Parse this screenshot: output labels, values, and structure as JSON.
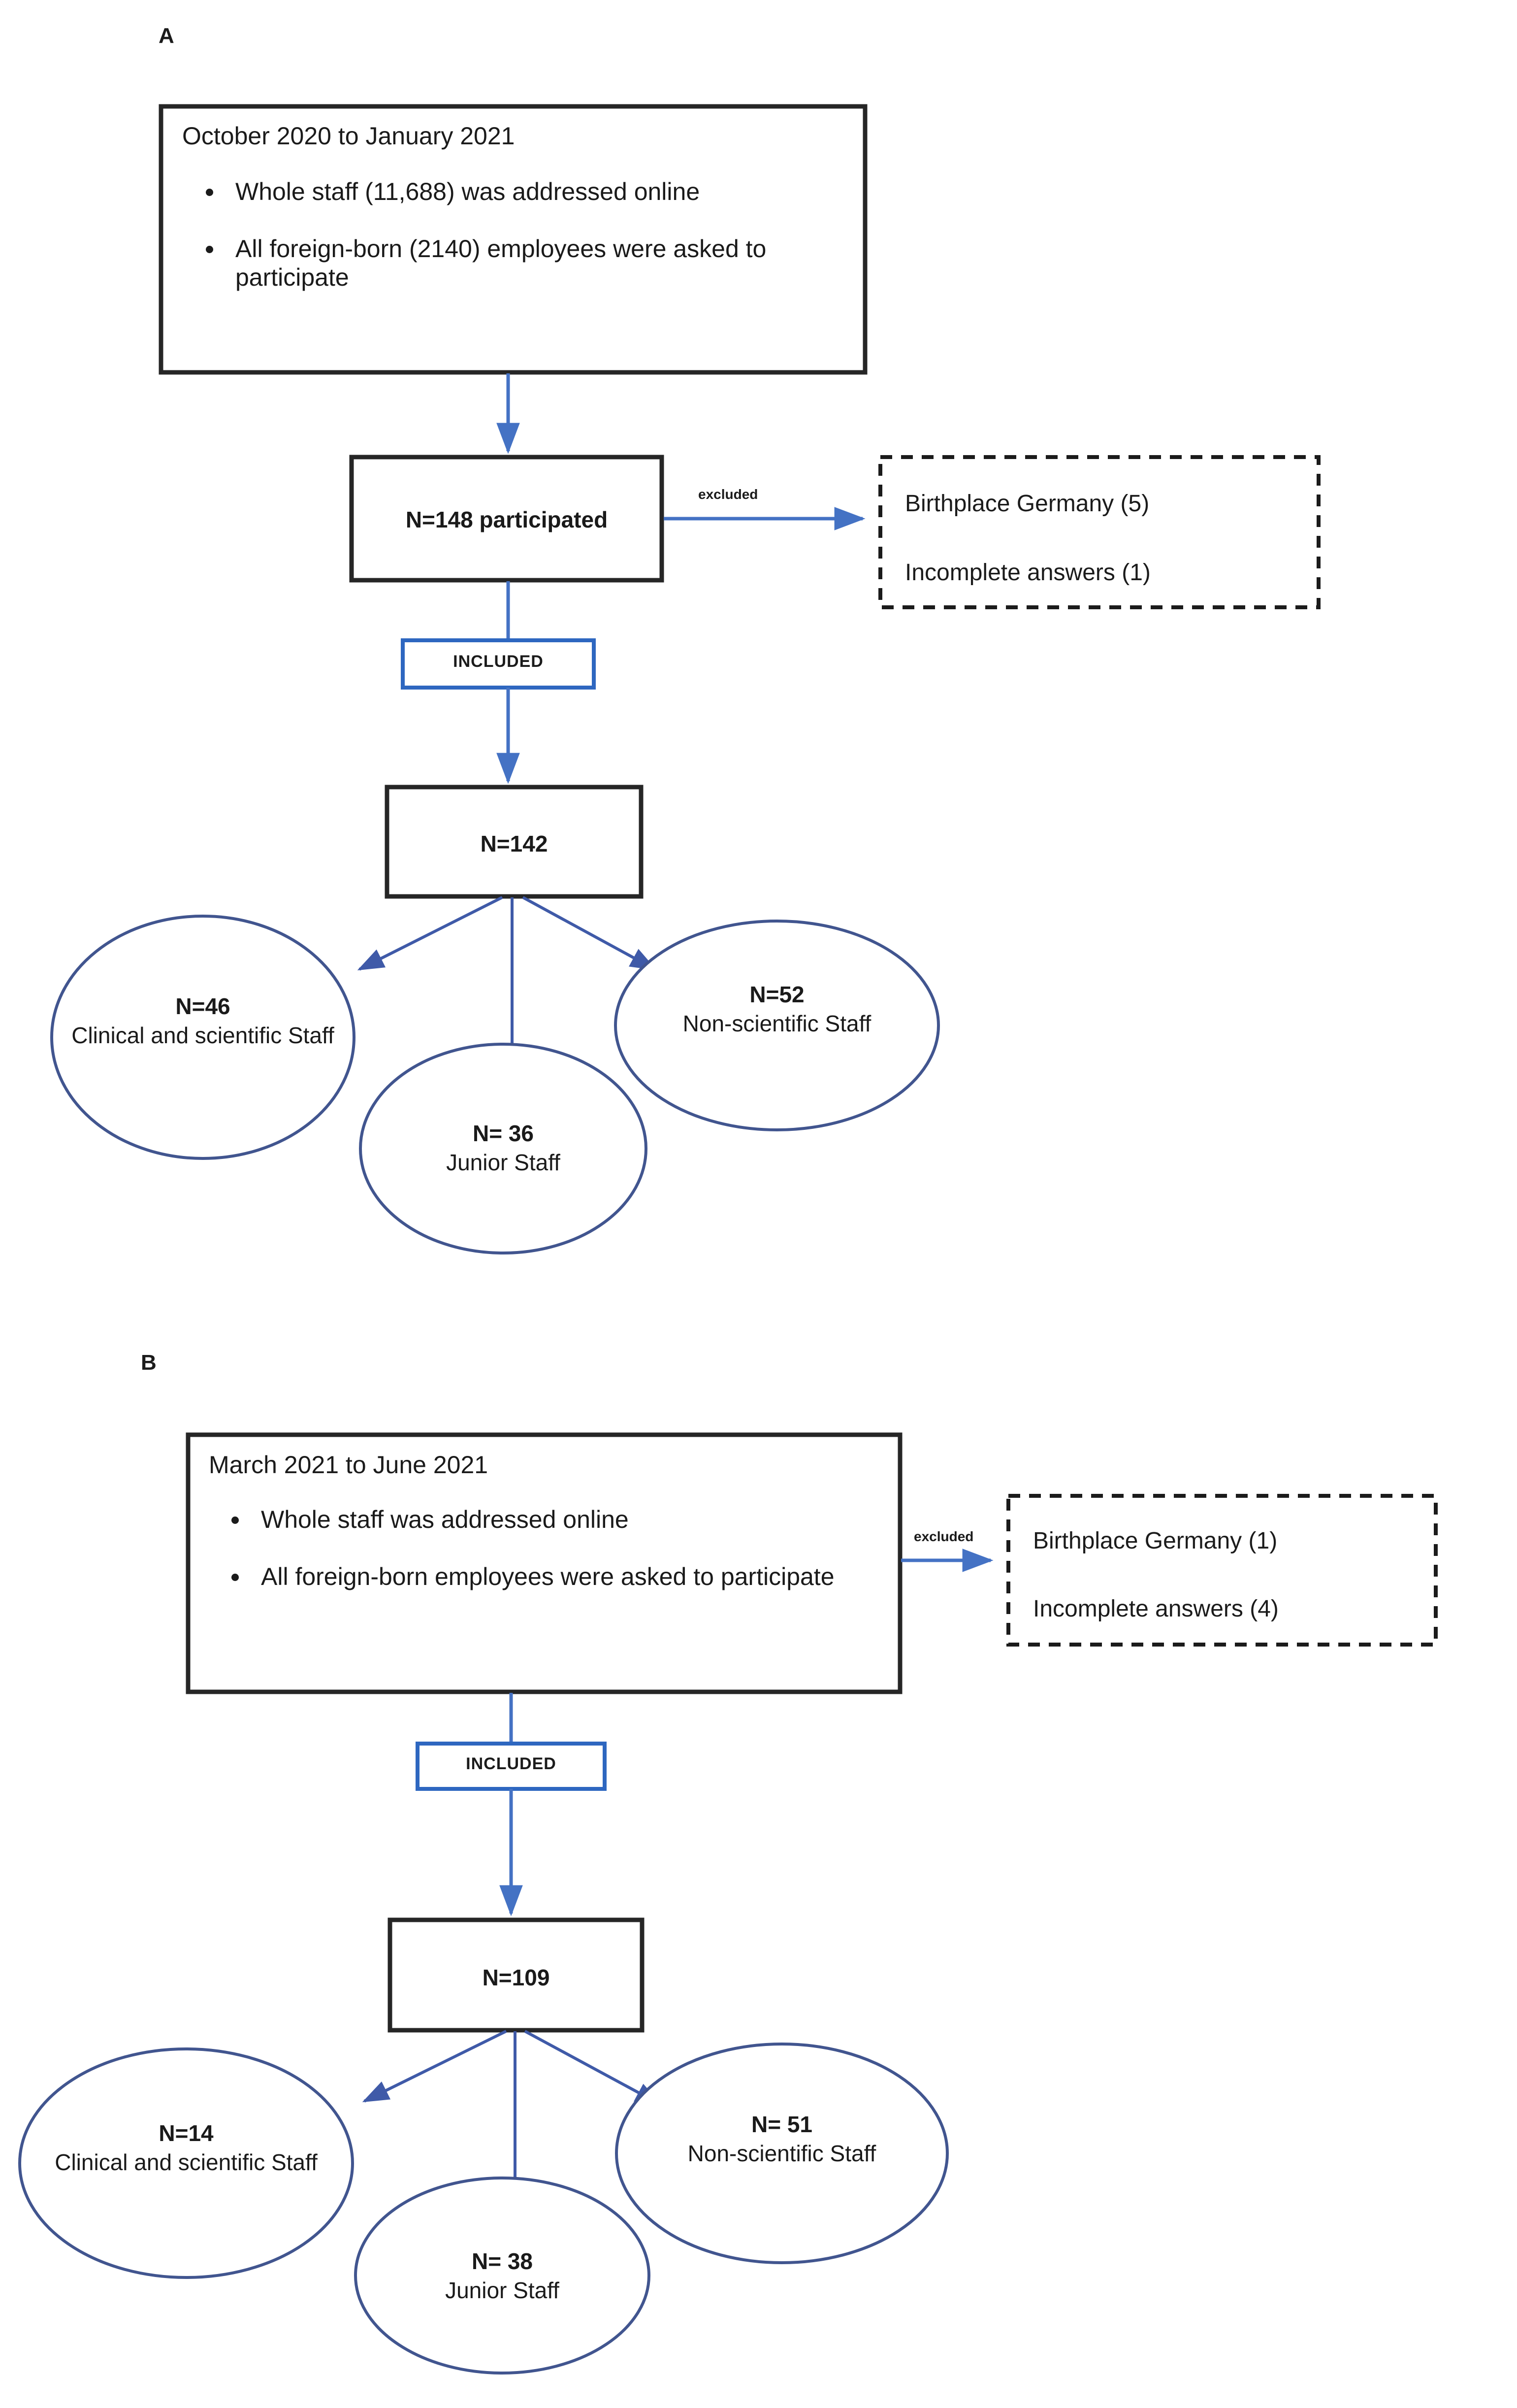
{
  "figure": {
    "type": "flowchart",
    "description": "Two-panel participant recruitment flow diagram"
  },
  "colors": {
    "arrow_blue": "#4472C4",
    "ellipse_stroke": "#41558F",
    "box_stroke": "#262626",
    "included_border": "#2E67C0",
    "text": "#1B1B1B",
    "background": "#FFFFFF"
  },
  "panels": [
    {
      "letter": "A",
      "top_box": {
        "title": "October 2020 to January 2021",
        "bullets": [
          "Whole staff (11,688) was addressed online",
          "All foreign-born (2140) employees were asked to participate"
        ]
      },
      "participated_box": {
        "label": "N=148 participated"
      },
      "excluded_edge_label": "excluded",
      "excluded_box": {
        "lines": [
          "Birthplace Germany (5)",
          "Incomplete answers (1)"
        ]
      },
      "included_tag": "INCLUDED",
      "included_box": {
        "label": "N=142"
      },
      "groups": [
        {
          "count": "N=46",
          "name": "Clinical and scientific Staff",
          "position": "left"
        },
        {
          "count": "N= 36",
          "name": "Junior Staff",
          "position": "bottom"
        },
        {
          "count": "N=52",
          "name": "Non-scientific Staff",
          "position": "right"
        }
      ]
    },
    {
      "letter": "B",
      "top_box": {
        "title": "March 2021 to June 2021",
        "bullets": [
          "Whole staff was addressed online",
          "All foreign-born employees were asked to participate"
        ]
      },
      "excluded_edge_label": "excluded",
      "excluded_box": {
        "lines": [
          "Birthplace Germany (1)",
          "Incomplete answers (4)"
        ]
      },
      "included_tag": "INCLUDED",
      "included_box": {
        "label": "N=109"
      },
      "groups": [
        {
          "count": "N=14",
          "name": "Clinical and scientific Staff",
          "position": "left"
        },
        {
          "count": "N= 38",
          "name": "Junior Staff",
          "position": "bottom"
        },
        {
          "count": "N= 51",
          "name": "Non-scientific Staff",
          "position": "right"
        }
      ]
    }
  ]
}
